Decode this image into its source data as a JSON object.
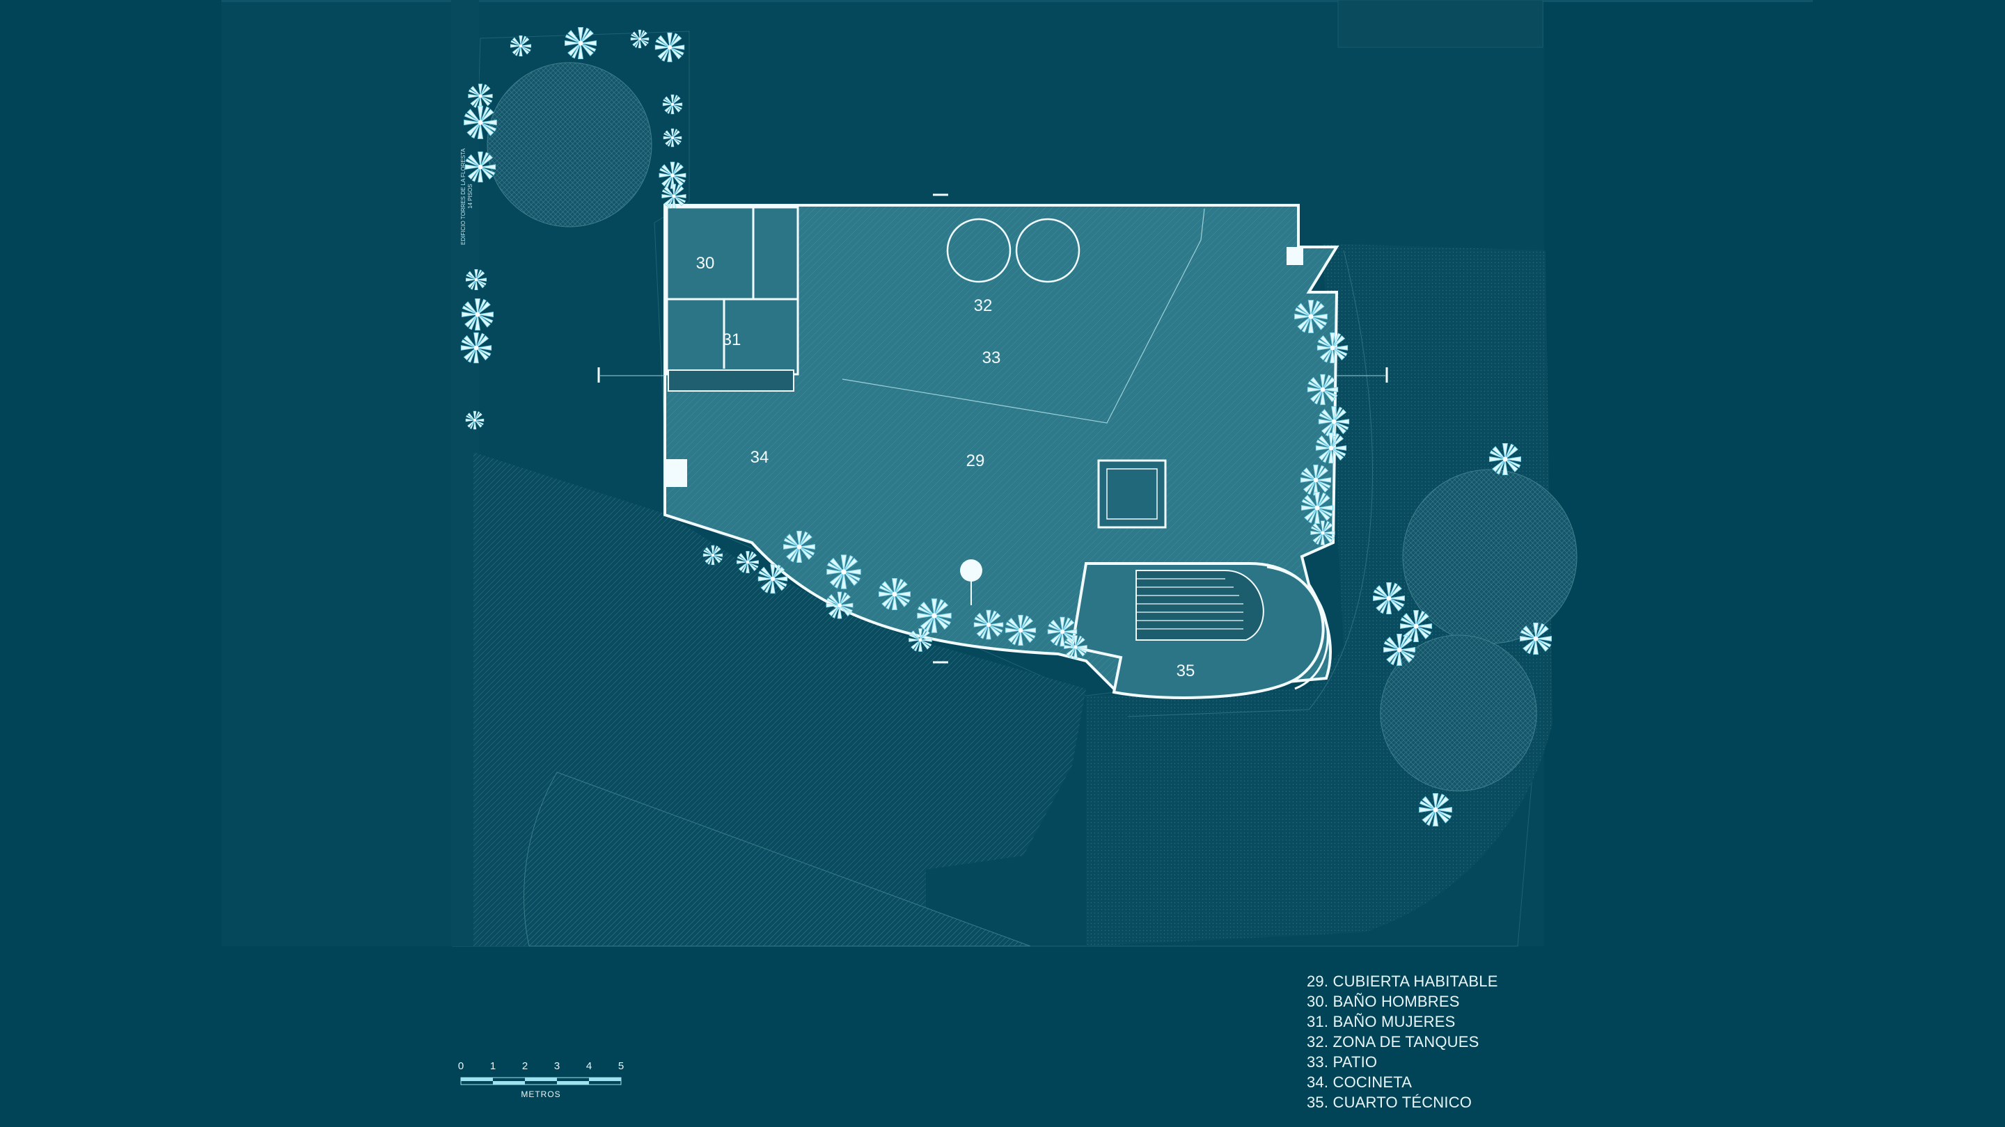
{
  "colors": {
    "background": "#014457",
    "site": "#0a4d60",
    "building_fill": "#2f7e8d",
    "line": "#e8f6f9",
    "palm": "#bff0fb"
  },
  "rooms": [
    {
      "id": "29",
      "label": "29"
    },
    {
      "id": "30",
      "label": "30"
    },
    {
      "id": "31",
      "label": "31"
    },
    {
      "id": "32",
      "label": "32"
    },
    {
      "id": "33",
      "label": "33"
    },
    {
      "id": "34",
      "label": "34"
    },
    {
      "id": "35",
      "label": "35"
    }
  ],
  "legend": [
    {
      "text": "29. CUBIERTA HABITABLE"
    },
    {
      "text": "30. BAÑO HOMBRES"
    },
    {
      "text": "31. BAÑO MUJERES"
    },
    {
      "text": "32. ZONA DE TANQUES"
    },
    {
      "text": "33. PATIO"
    },
    {
      "text": "34. COCINETA"
    },
    {
      "text": "35. CUARTO TÉCNICO"
    }
  ],
  "scale_bar": {
    "ticks": [
      "0",
      "1",
      "2",
      "3",
      "4",
      "5"
    ],
    "unit": "METROS"
  },
  "site_labels": {
    "neighbor_building": "EDIFICIO TORRES DE LA FLORESTA",
    "neighbor_floors": "14 PISOS"
  },
  "icons": [
    "palm-icon",
    "tree-canopy-icon",
    "north-marker-icon"
  ]
}
